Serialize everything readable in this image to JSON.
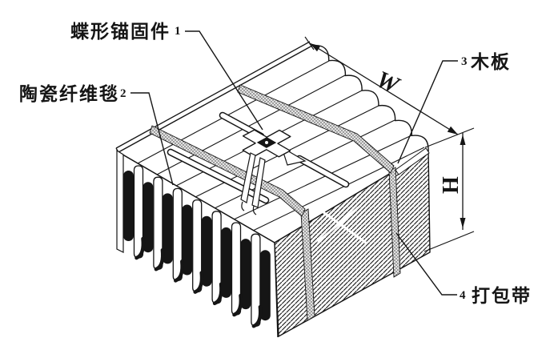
{
  "drawing": {
    "title_hint": "ceramic-fiber-module-isometric-figure",
    "callouts": [
      {
        "text": "蝶形锚固件",
        "ref": "1"
      },
      {
        "text": "陶瓷纤维毯",
        "ref": "2"
      },
      {
        "text": "木板",
        "ref": "3"
      },
      {
        "text": "打包带",
        "ref": "4"
      }
    ],
    "dimensions": {
      "width_label": "W",
      "height_label": "H"
    },
    "colors": {
      "ink": "#151515",
      "paper": "#ffffff",
      "strap_fill": "#e3e3e3"
    }
  }
}
